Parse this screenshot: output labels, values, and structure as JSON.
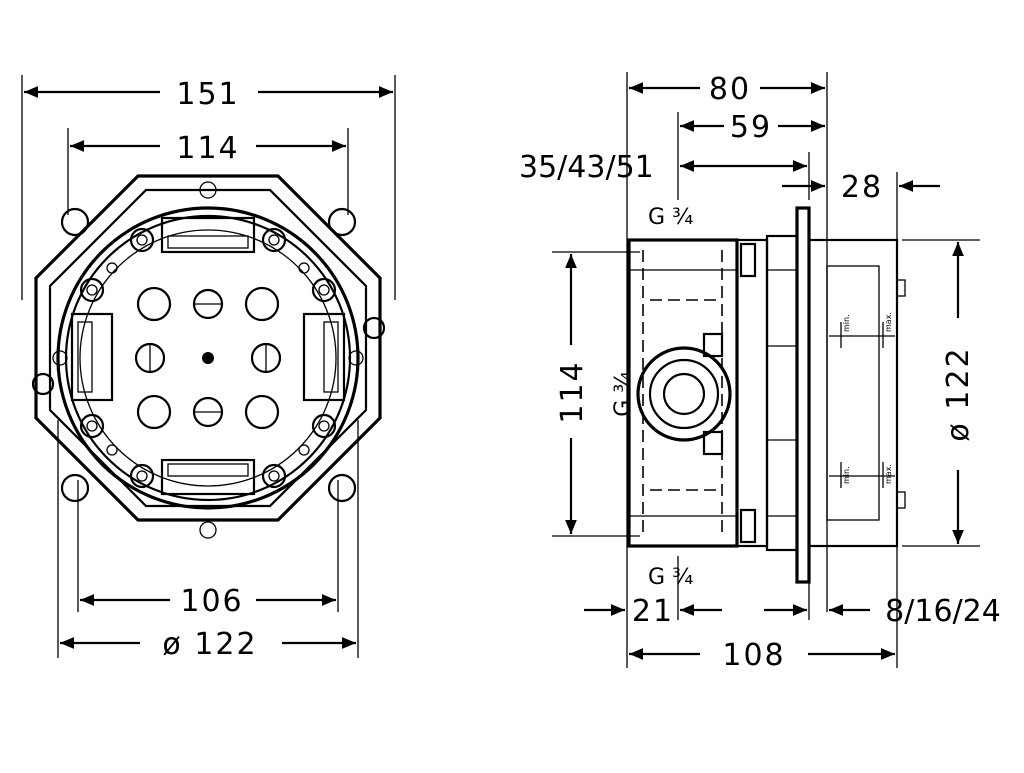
{
  "front_view": {
    "dims": {
      "overall_width": "151",
      "mounting_width": "114",
      "hole_spacing": "106",
      "diameter": "ø 122"
    }
  },
  "side_view": {
    "dims": {
      "depth": "80",
      "depth_inner": "59",
      "depth_variants": "35/43/51",
      "cover_depth": "28",
      "height": "114",
      "diameter_vertical": "ø 122",
      "offset": "21",
      "extension": "8/16/24",
      "total_depth": "108"
    },
    "labels": {
      "thread_top": "G ¾",
      "thread_side": "G ¾",
      "thread_bottom": "G ¾",
      "min_top": "min.",
      "max_top": "max.",
      "min_bottom": "min.",
      "max_bottom": "max."
    }
  }
}
